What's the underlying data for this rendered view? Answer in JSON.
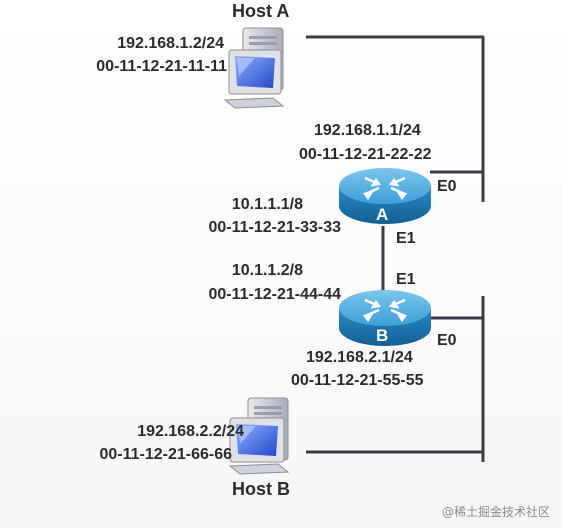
{
  "host_a": {
    "title": "Host A",
    "ip": "192.168.1.2/24",
    "mac": "00-11-12-21-11-11"
  },
  "host_b": {
    "title": "Host B",
    "ip": "192.168.2.2/24",
    "mac": "00-11-12-21-66-66"
  },
  "router_a": {
    "letter": "A",
    "e0": {
      "name": "E0",
      "ip": "192.168.1.1/24",
      "mac": "00-11-12-21-22-22"
    },
    "e1": {
      "name": "E1",
      "ip": "10.1.1.1/8",
      "mac": "00-11-12-21-33-33"
    }
  },
  "router_b": {
    "letter": "B",
    "e0": {
      "name": "E0",
      "ip": "192.168.2.1/24",
      "mac": "00-11-12-21-55-55"
    },
    "e1": {
      "name": "E1",
      "ip": "10.1.1.2/8",
      "mac": "00-11-12-21-44-44"
    }
  },
  "watermark": "@稀土掘金技术社区",
  "colors": {
    "line": "#3c3c46",
    "router_body": "#1f7fb8",
    "router_top": "#5fb3e0"
  }
}
